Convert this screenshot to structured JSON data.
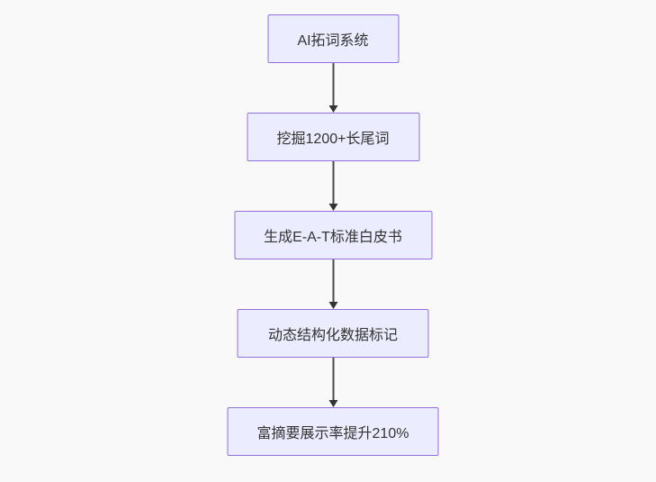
{
  "diagram": {
    "type": "flowchart",
    "direction": "top-down",
    "nodes": [
      {
        "label": "AI拓词系统"
      },
      {
        "label": "挖掘1200+长尾词"
      },
      {
        "label": "生成E-A-T标准白皮书"
      },
      {
        "label": "动态结构化数据标记"
      },
      {
        "label": "富摘要展示率提升210%"
      }
    ],
    "edges": [
      {
        "from": 0,
        "to": 1,
        "style": "arrow-down"
      },
      {
        "from": 1,
        "to": 2,
        "style": "arrow-down"
      },
      {
        "from": 2,
        "to": 3,
        "style": "arrow-down"
      },
      {
        "from": 3,
        "to": 4,
        "style": "arrow-down"
      }
    ],
    "colors": {
      "node_fill": "#ECECFF",
      "node_border": "#9370DB",
      "node_text": "#333333",
      "edge_line": "#4b4b4b",
      "arrowhead": "#333333",
      "background": "#f9f9f9"
    }
  }
}
